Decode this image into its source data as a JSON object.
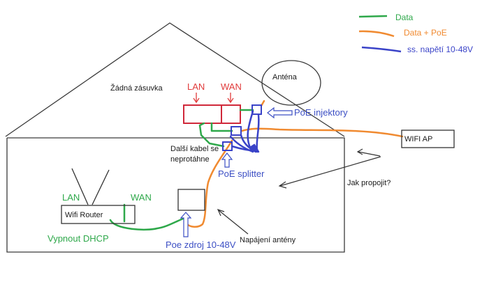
{
  "legend": {
    "data": "Data",
    "data_poe": "Data + PoE",
    "voltage": "ss. napětí 10-48V"
  },
  "labels": {
    "no_socket": "Žádná zásuvka",
    "lan_top": "LAN",
    "wan_top": "WAN",
    "antenna": "Anténa",
    "poe_injectors": "PoE injektory",
    "wifi_ap": "WIFI AP",
    "extra_cable_line1": "Další kabel se",
    "extra_cable_line2": "neprotáhne",
    "poe_splitter": "PoE splitter",
    "how_connect": "Jak propojit?",
    "lan_router": "LAN",
    "wan_router": "WAN",
    "wifi_router": "Wifi Router",
    "disable_dhcp": "Vypnout DHCP",
    "poe_source": "Poe zdroj 10-48V",
    "antenna_power": "Napájení antény"
  },
  "colors": {
    "data": "#2ea84a",
    "data_poe": "#f08a30",
    "voltage": "#3a43c8",
    "lan_wan_box": "#d0283a",
    "outline": "#333333"
  }
}
